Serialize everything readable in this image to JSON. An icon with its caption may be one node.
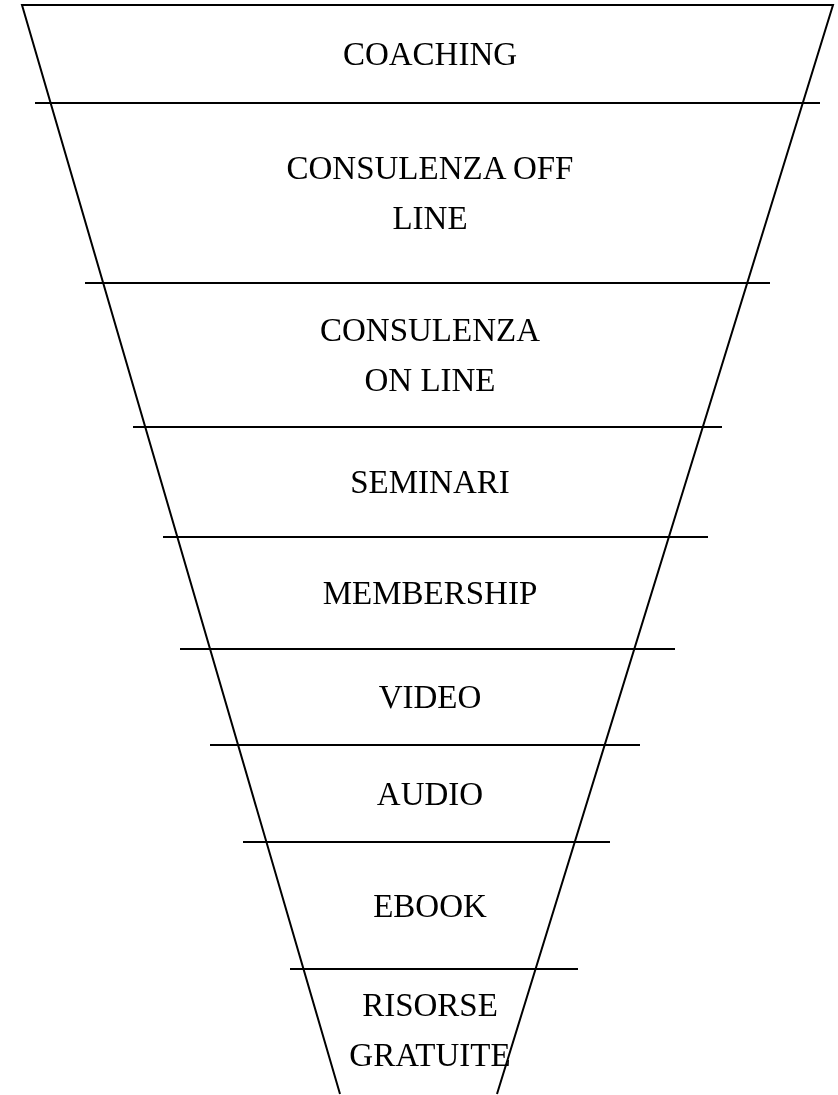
{
  "diagram": {
    "nodes": [
      {
        "text": [
          "COACHING"
        ]
      },
      {
        "text": [
          "CONSULENZA OFF LINE"
        ]
      },
      {
        "text": [
          "CONSULENZA ON LINE"
        ]
      },
      {
        "text": [
          "SEMINARI"
        ]
      },
      {
        "text": [
          "MEMBERSHIP"
        ]
      },
      {
        "text": [
          "VIDEO"
        ]
      },
      {
        "text": [
          "AUDIO"
        ]
      },
      {
        "text": [
          "EBOOK"
        ]
      },
      {
        "text": [
          "RISORSE GRATUITE"
        ]
      }
    ]
  }
}
